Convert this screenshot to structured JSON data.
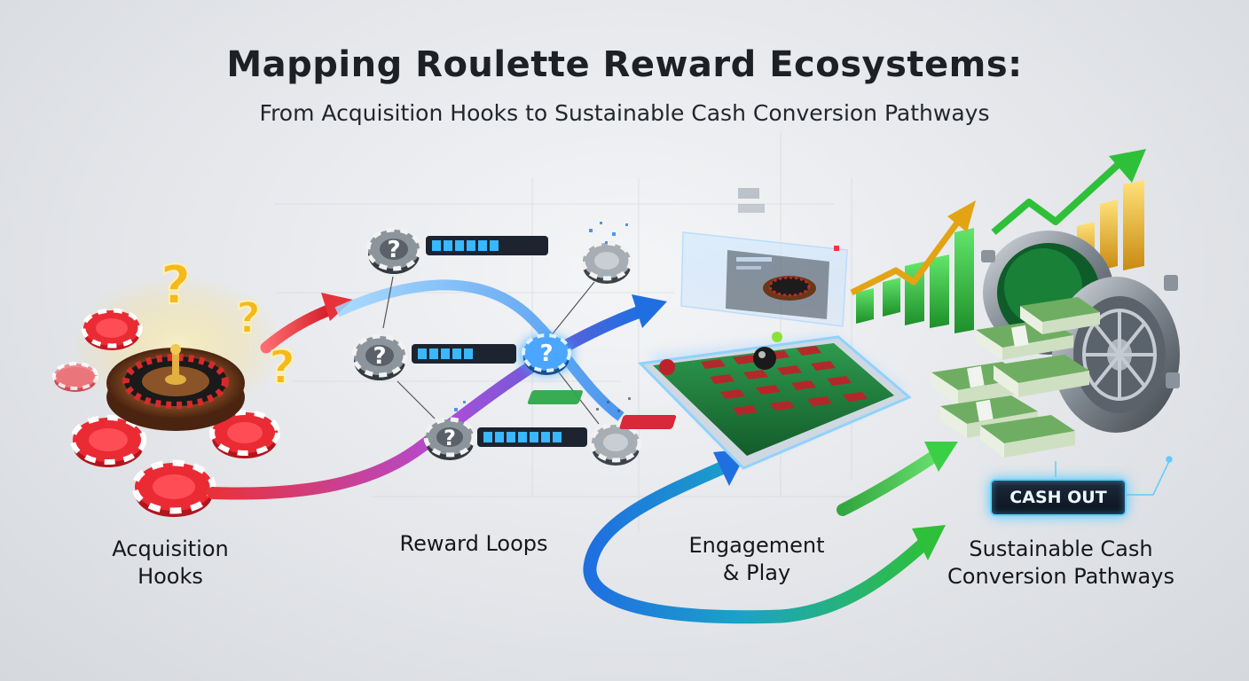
{
  "title": "Mapping Roulette Reward Ecosystems:",
  "subtitle": "From Acquisition Hooks to Sustainable Cash Conversion Pathways",
  "stages": {
    "acquisition": [
      "Acquisition",
      "Hooks"
    ],
    "reward_loops": [
      "Reward Loops"
    ],
    "engagement": [
      "Engagement",
      "& Play"
    ],
    "cash": [
      "Sustainable Cash",
      "Conversion Pathways"
    ]
  },
  "cash_out_label": "CASH OUT",
  "question_glyph": "?",
  "colors": {
    "red": "#e8323a",
    "blue": "#1f6fe0",
    "green": "#2fbf3a",
    "gold": "#f3b51c",
    "felt": "#1f7a3a",
    "neon": "#4cc8ff"
  }
}
